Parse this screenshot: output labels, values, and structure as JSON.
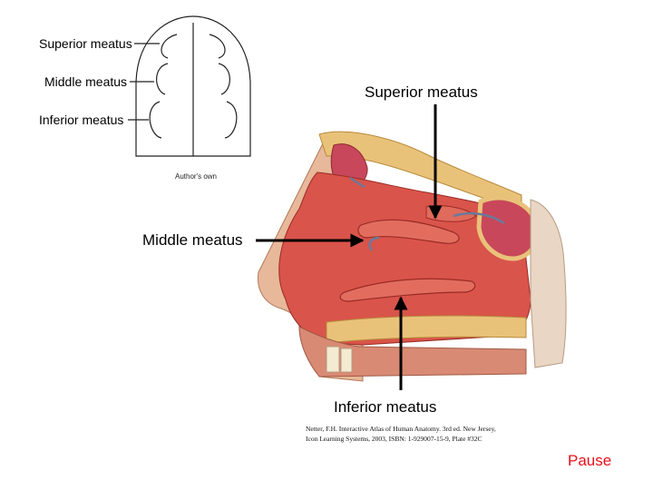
{
  "schematic": {
    "superior_label": "Superior meatus",
    "middle_label": "Middle meatus",
    "inferior_label": "Inferior meatus",
    "credit": "Author's own"
  },
  "illustration": {
    "superior_label": "Superior meatus",
    "middle_label": "Middle meatus",
    "inferior_label": "Inferior meatus",
    "citation_line1": "Netter, F.H.  Interactive Atlas of Human Anatomy. 3rd ed. New Jersey,",
    "citation_line2": "Icon Learning Systems, 2003, ISBN: 1-929007-15-9, Plate #32C"
  },
  "pause_label": "Pause",
  "colors": {
    "pause": "#e8101a",
    "mucosa": "#d9544a",
    "bone": "#e9c27a",
    "skin": "#e8b89a"
  }
}
